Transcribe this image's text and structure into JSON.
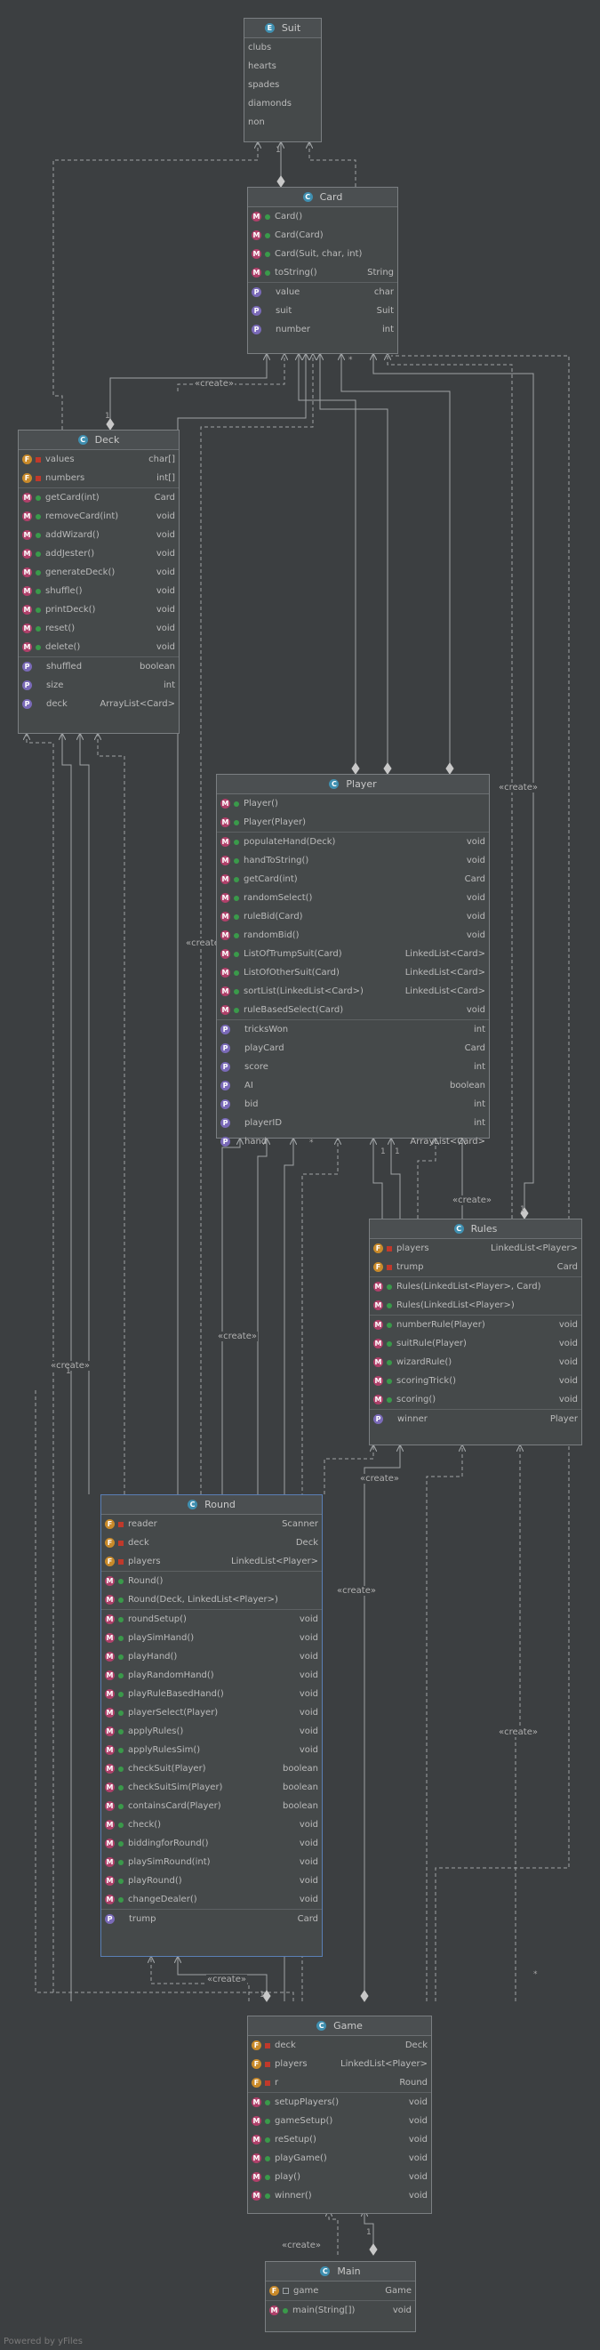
{
  "classes": {
    "suit": {
      "kind": "enum",
      "name": "Suit",
      "members": [
        {
          "label": "clubs"
        },
        {
          "label": "hearts"
        },
        {
          "label": "spades"
        },
        {
          "label": "diamonds"
        },
        {
          "label": "non"
        }
      ]
    },
    "card": {
      "kind": "class",
      "name": "Card",
      "methods": [
        {
          "label": "Card()",
          "type": ""
        },
        {
          "label": "Card(Card)",
          "type": ""
        },
        {
          "label": "Card(Suit, char, int)",
          "type": ""
        },
        {
          "label": "toString()",
          "type": "String"
        }
      ],
      "properties": [
        {
          "label": "value",
          "type": "char"
        },
        {
          "label": "suit",
          "type": "Suit"
        },
        {
          "label": "number",
          "type": "int"
        }
      ]
    },
    "deck": {
      "kind": "class",
      "name": "Deck",
      "fields": [
        {
          "label": "values",
          "type": "char[]"
        },
        {
          "label": "numbers",
          "type": "int[]"
        }
      ],
      "methods": [
        {
          "label": "getCard(int)",
          "type": "Card"
        },
        {
          "label": "removeCard(int)",
          "type": "void"
        },
        {
          "label": "addWizard()",
          "type": "void"
        },
        {
          "label": "addJester()",
          "type": "void"
        },
        {
          "label": "generateDeck()",
          "type": "void"
        },
        {
          "label": "shuffle()",
          "type": "void"
        },
        {
          "label": "printDeck()",
          "type": "void"
        },
        {
          "label": "reset()",
          "type": "void"
        },
        {
          "label": "delete()",
          "type": "void"
        }
      ],
      "properties": [
        {
          "label": "shuffled",
          "type": "boolean"
        },
        {
          "label": "size",
          "type": "int"
        },
        {
          "label": "deck",
          "type": "ArrayList<Card>"
        }
      ]
    },
    "player": {
      "kind": "class",
      "name": "Player",
      "constructors": [
        {
          "label": "Player()",
          "type": ""
        },
        {
          "label": "Player(Player)",
          "type": ""
        }
      ],
      "methods": [
        {
          "label": "populateHand(Deck)",
          "type": "void"
        },
        {
          "label": "handToString()",
          "type": "void"
        },
        {
          "label": "getCard(int)",
          "type": "Card"
        },
        {
          "label": "randomSelect()",
          "type": "void"
        },
        {
          "label": "ruleBid(Card)",
          "type": "void"
        },
        {
          "label": "randomBid()",
          "type": "void"
        },
        {
          "label": "ListOfTrumpSuit(Card)",
          "type": "LinkedList<Card>"
        },
        {
          "label": "ListOfOtherSuit(Card)",
          "type": "LinkedList<Card>"
        },
        {
          "label": "sortList(LinkedList<Card>)",
          "type": "LinkedList<Card>"
        },
        {
          "label": "ruleBasedSelect(Card)",
          "type": "void"
        }
      ],
      "properties": [
        {
          "label": "tricksWon",
          "type": "int"
        },
        {
          "label": "playCard",
          "type": "Card"
        },
        {
          "label": "score",
          "type": "int"
        },
        {
          "label": "AI",
          "type": "boolean"
        },
        {
          "label": "bid",
          "type": "int"
        },
        {
          "label": "playerID",
          "type": "int"
        },
        {
          "label": "hand",
          "type": "ArrayList<Card>"
        }
      ]
    },
    "rules": {
      "kind": "class",
      "name": "Rules",
      "fields": [
        {
          "label": "players",
          "type": "LinkedList<Player>"
        },
        {
          "label": "trump",
          "type": "Card"
        }
      ],
      "constructors": [
        {
          "label": "Rules(LinkedList<Player>, Card)",
          "type": ""
        },
        {
          "label": "Rules(LinkedList<Player>)",
          "type": ""
        }
      ],
      "methods": [
        {
          "label": "numberRule(Player)",
          "type": "void"
        },
        {
          "label": "suitRule(Player)",
          "type": "void"
        },
        {
          "label": "wizardRule()",
          "type": "void"
        },
        {
          "label": "scoringTrick()",
          "type": "void"
        },
        {
          "label": "scoring()",
          "type": "void"
        }
      ],
      "properties": [
        {
          "label": "winner",
          "type": "Player"
        }
      ]
    },
    "round": {
      "kind": "class",
      "name": "Round",
      "fields": [
        {
          "label": "reader",
          "type": "Scanner"
        },
        {
          "label": "deck",
          "type": "Deck"
        },
        {
          "label": "players",
          "type": "LinkedList<Player>"
        }
      ],
      "constructors": [
        {
          "label": "Round()",
          "type": ""
        },
        {
          "label": "Round(Deck, LinkedList<Player>)",
          "type": ""
        }
      ],
      "methods": [
        {
          "label": "roundSetup()",
          "type": "void"
        },
        {
          "label": "playSimHand()",
          "type": "void"
        },
        {
          "label": "playHand()",
          "type": "void"
        },
        {
          "label": "playRandomHand()",
          "type": "void"
        },
        {
          "label": "playRuleBasedHand()",
          "type": "void"
        },
        {
          "label": "playerSelect(Player)",
          "type": "void"
        },
        {
          "label": "applyRules()",
          "type": "void"
        },
        {
          "label": "applyRulesSim()",
          "type": "void"
        },
        {
          "label": "checkSuit(Player)",
          "type": "boolean"
        },
        {
          "label": "checkSuitSim(Player)",
          "type": "boolean"
        },
        {
          "label": "containsCard(Player)",
          "type": "boolean"
        },
        {
          "label": "check()",
          "type": "void"
        },
        {
          "label": "biddingforRound()",
          "type": "void"
        },
        {
          "label": "playSimRound(int)",
          "type": "void"
        },
        {
          "label": "playRound()",
          "type": "void"
        },
        {
          "label": "changeDealer()",
          "type": "void"
        }
      ],
      "properties": [
        {
          "label": "trump",
          "type": "Card"
        }
      ]
    },
    "game": {
      "kind": "class",
      "name": "Game",
      "fields": [
        {
          "label": "deck",
          "type": "Deck"
        },
        {
          "label": "players",
          "type": "LinkedList<Player>"
        },
        {
          "label": "r",
          "type": "Round"
        }
      ],
      "methods": [
        {
          "label": "setupPlayers()",
          "type": "void"
        },
        {
          "label": "gameSetup()",
          "type": "void"
        },
        {
          "label": "reSetup()",
          "type": "void"
        },
        {
          "label": "playGame()",
          "type": "void"
        },
        {
          "label": "play()",
          "type": "void"
        },
        {
          "label": "winner()",
          "type": "void"
        }
      ]
    },
    "main": {
      "kind": "class",
      "name": "Main",
      "fields": [
        {
          "label": "game",
          "type": "Game"
        }
      ],
      "methods": [
        {
          "label": "main(String[])",
          "type": "void"
        }
      ]
    }
  },
  "relation_labels": {
    "create": "«create»",
    "one": "1",
    "many": "*"
  },
  "footer": "Powered by yFiles"
}
